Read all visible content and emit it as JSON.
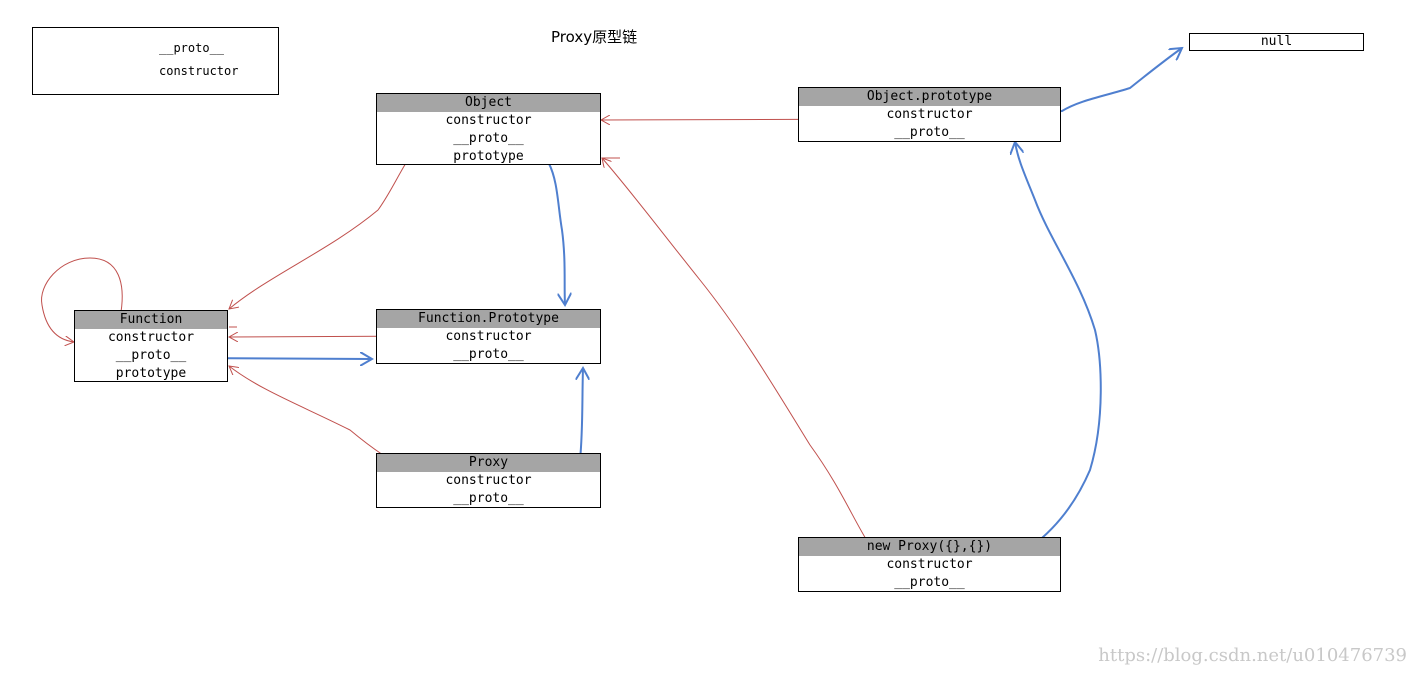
{
  "diagram": {
    "title": "Proxy原型链",
    "legend": {
      "proto_label": "__proto__",
      "constructor_label": "constructor"
    },
    "colors": {
      "proto_arrow": "#4f7fcf",
      "constructor_arrow": "#c0504d",
      "header_fill": "#a5a5a5"
    },
    "nodes": {
      "object": {
        "name": "Object",
        "props": [
          "constructor",
          "__proto__",
          "prototype"
        ]
      },
      "object_prototype": {
        "name": "Object.prototype",
        "props": [
          "constructor",
          "__proto__"
        ]
      },
      "null": {
        "name": "null"
      },
      "function": {
        "name": "Function",
        "props": [
          "constructor",
          "__proto__",
          "prototype"
        ]
      },
      "function_prototype": {
        "name": "Function.Prototype",
        "props": [
          "constructor",
          "__proto__"
        ]
      },
      "proxy": {
        "name": "Proxy",
        "props": [
          "constructor",
          "__proto__"
        ]
      },
      "proxy_instance": {
        "name": "new Proxy({},{})",
        "props": [
          "constructor",
          "__proto__"
        ]
      }
    },
    "edges": [
      {
        "type": "__proto__",
        "from": "Object.__proto__",
        "to": "Function.Prototype"
      },
      {
        "type": "__proto__",
        "from": "Function.__proto__",
        "to": "Function.Prototype"
      },
      {
        "type": "__proto__",
        "from": "Proxy.__proto__",
        "to": "Function.Prototype"
      },
      {
        "type": "__proto__",
        "from": "Object.prototype.__proto__",
        "to": "null"
      },
      {
        "type": "__proto__",
        "from": "new Proxy({},{}).__proto__",
        "to": "Object.prototype"
      },
      {
        "type": "constructor",
        "from": "Object.prototype.constructor",
        "to": "Object"
      },
      {
        "type": "constructor",
        "from": "Object.constructor",
        "to": "Function"
      },
      {
        "type": "constructor",
        "from": "Function.constructor",
        "to": "Function"
      },
      {
        "type": "constructor",
        "from": "Function.Prototype.constructor",
        "to": "Function"
      },
      {
        "type": "constructor",
        "from": "Proxy.constructor",
        "to": "Function"
      },
      {
        "type": "constructor",
        "from": "new Proxy({},{}).constructor",
        "to": "Object"
      }
    ]
  },
  "watermark": "https://blog.csdn.net/u010476739"
}
